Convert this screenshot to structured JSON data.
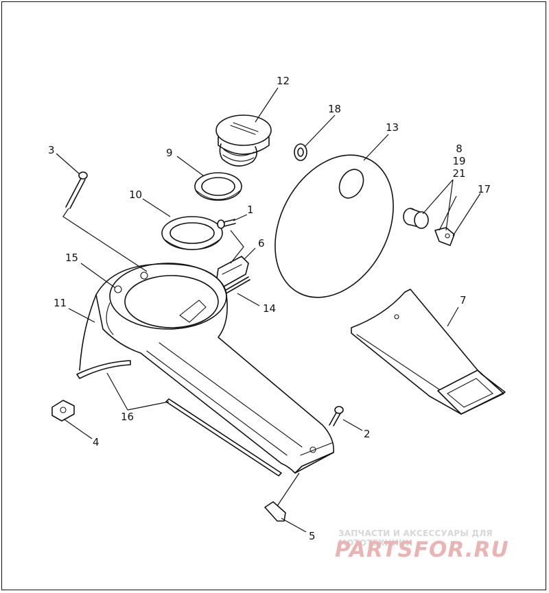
{
  "callouts": [
    {
      "id": "1",
      "label": "1"
    },
    {
      "id": "2",
      "label": "2"
    },
    {
      "id": "3",
      "label": "3"
    },
    {
      "id": "4",
      "label": "4"
    },
    {
      "id": "5",
      "label": "5"
    },
    {
      "id": "6",
      "label": "6"
    },
    {
      "id": "7",
      "label": "7"
    },
    {
      "id": "9",
      "label": "9"
    },
    {
      "id": "10",
      "label": "10"
    },
    {
      "id": "11",
      "label": "11"
    },
    {
      "id": "12",
      "label": "12"
    },
    {
      "id": "13",
      "label": "13"
    },
    {
      "id": "14",
      "label": "14"
    },
    {
      "id": "15",
      "label": "15"
    },
    {
      "id": "16",
      "label": "16"
    },
    {
      "id": "17",
      "label": "17"
    },
    {
      "id": "18",
      "label": "18"
    }
  ],
  "stacked_callout": [
    "8",
    "19",
    "21"
  ],
  "watermark": {
    "tagline": "ЗАПЧАСТИ И АКСЕССУАРЫ ДЛЯ МОТОТЕХНИКИ",
    "logo": "PARTSFOR.RU"
  }
}
